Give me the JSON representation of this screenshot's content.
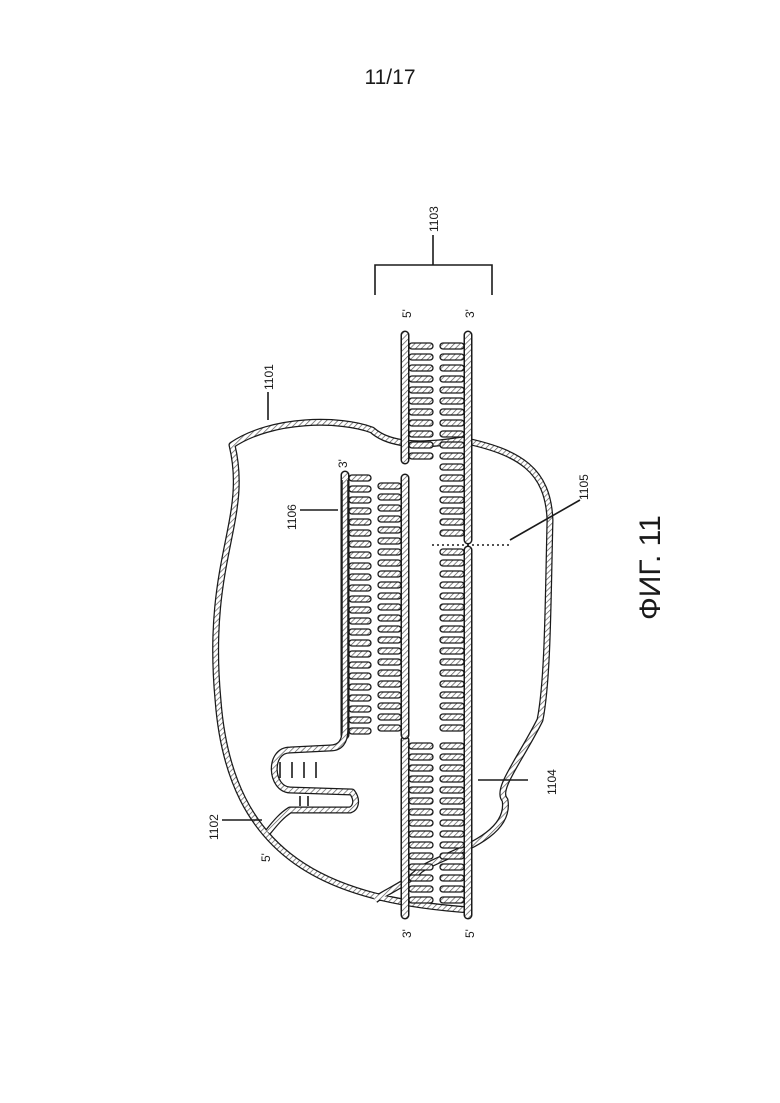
{
  "page": {
    "number": "11/17"
  },
  "figure": {
    "caption": "ФИГ. 11",
    "colors": {
      "ink": "#1a1a1a",
      "hatch": "#555555",
      "paper": "#ffffff"
    },
    "labels": {
      "ref_1101": "1101",
      "ref_1102": "1102",
      "ref_1103": "1103",
      "ref_1104": "1104",
      "ref_1105": "1105",
      "ref_1106": "1106"
    },
    "strand_ends": {
      "top_strand_upper": "5'",
      "top_strand_lower": "3'",
      "bottom_strand_upper": "3'",
      "bottom_strand_lower": "5'",
      "probe_upper": "3'",
      "loop_end": "5'"
    }
  }
}
